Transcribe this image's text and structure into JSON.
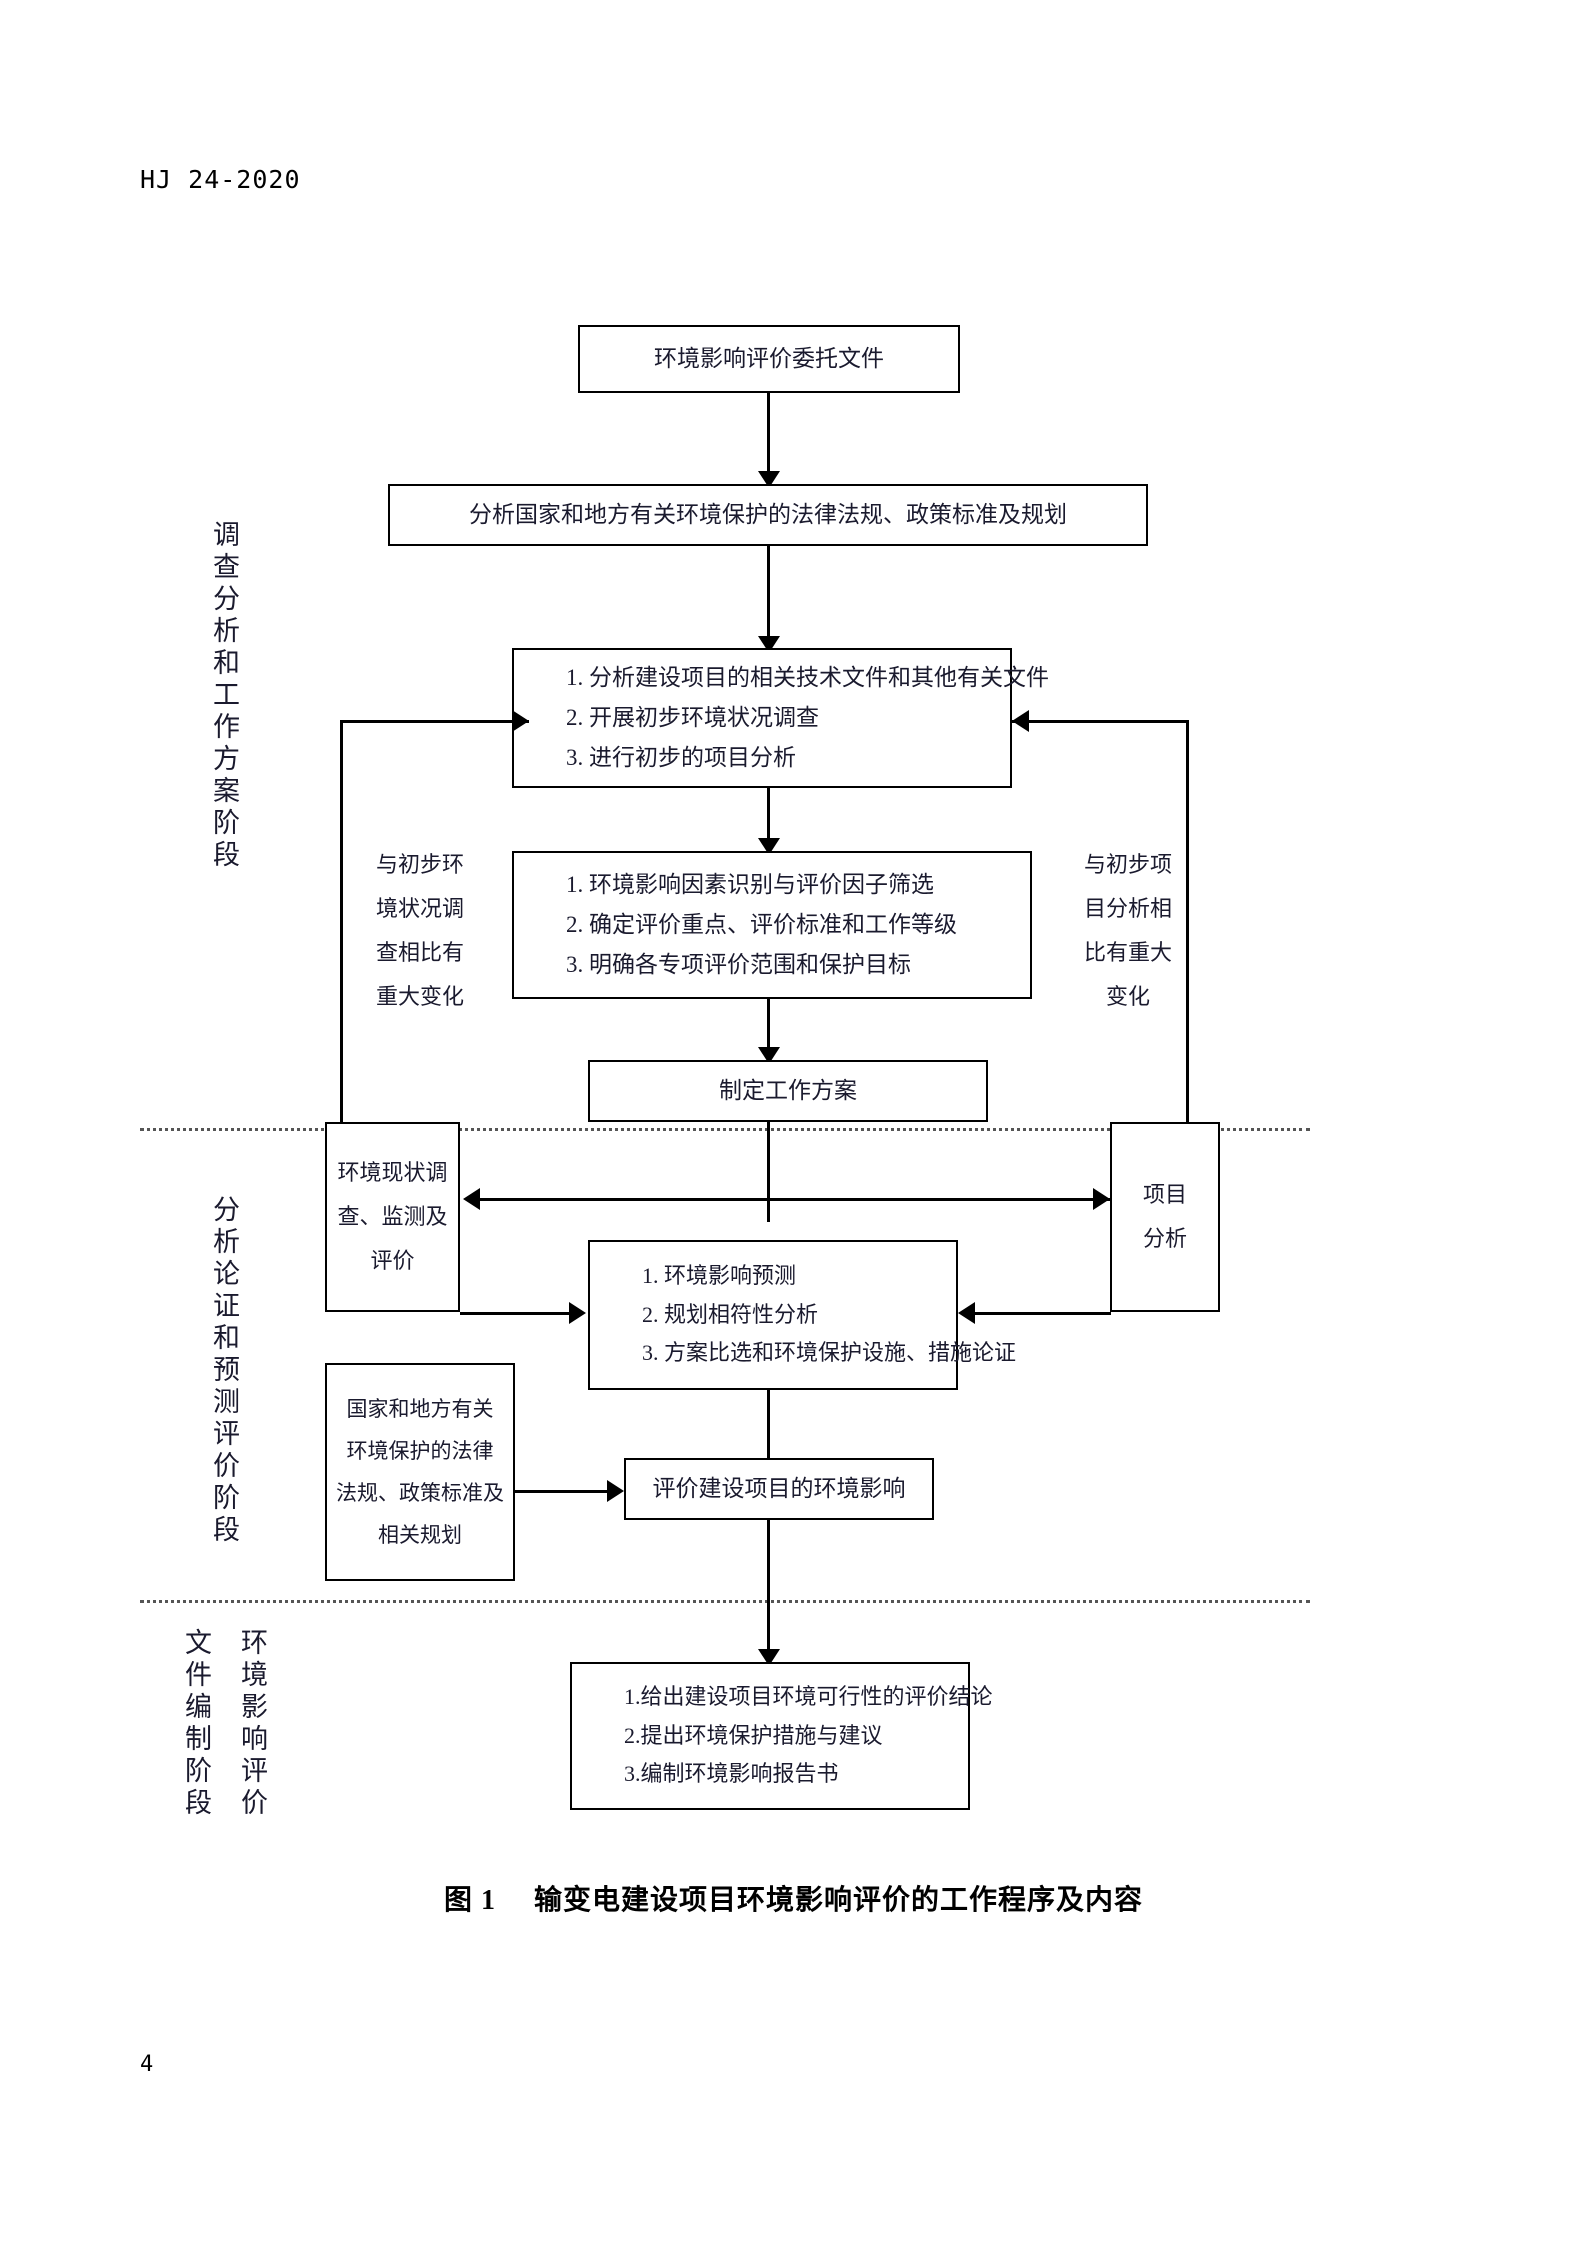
{
  "document": {
    "header": "HJ 24-2020",
    "page_number": "4"
  },
  "figure": {
    "caption_label": "图 1",
    "caption_text": "输变电建设项目环境影响评价的工作程序及内容"
  },
  "stages": [
    {
      "id": "stage-1",
      "label": "调查分析和工作方案阶段"
    },
    {
      "id": "stage-2",
      "label": "分析论证和预测评价阶段"
    },
    {
      "id": "stage-3-inner",
      "label": "环境影响评价"
    },
    {
      "id": "stage-3-outer",
      "label": "文件编制阶段"
    }
  ],
  "nodes": {
    "commission_doc": {
      "lines": [
        "环境影响评价委托文件"
      ]
    },
    "laws_analysis": {
      "lines": [
        "分析国家和地方有关环境保护的法律法规、政策标准及规划"
      ]
    },
    "preliminary_work": {
      "lines": [
        "1. 分析建设项目的相关技术文件和其他有关文件",
        "2. 开展初步环境状况调查",
        "3. 进行初步的项目分析"
      ]
    },
    "factor_identification": {
      "lines": [
        "1. 环境影响因素识别与评价因子筛选",
        "2. 确定评价重点、评价标准和工作等级",
        "3. 明确各专项评价范围和保护目标"
      ]
    },
    "work_plan": {
      "lines": [
        "制定工作方案"
      ]
    },
    "status_survey": {
      "lines": [
        "环境现状调",
        "查、监测及",
        "评价"
      ]
    },
    "project_analysis": {
      "lines": [
        "项目",
        "分析"
      ]
    },
    "prediction_analysis": {
      "lines": [
        "1. 环境影响预测",
        "2. 规划相符性分析",
        "3. 方案比选和环境保护设施、措施论证"
      ]
    },
    "laws_reference": {
      "lines": [
        "国家和地方有关",
        "环境保护的法律",
        "法规、政策标准及",
        "相关规划"
      ]
    },
    "impact_evaluation": {
      "lines": [
        "评价建设项目的环境影响"
      ]
    },
    "report_conclusion": {
      "lines": [
        "1.给出建设项目环境可行性的评价结论",
        "2.提出环境保护措施与建议",
        "3.编制环境影响报告书"
      ]
    }
  },
  "annotations": {
    "left_feedback": {
      "lines": [
        "与初步环",
        "境状况调",
        "查相比有",
        "重大变化"
      ]
    },
    "right_feedback": {
      "lines": [
        "与初步项",
        "目分析相",
        "比有重大",
        "变化"
      ]
    }
  }
}
